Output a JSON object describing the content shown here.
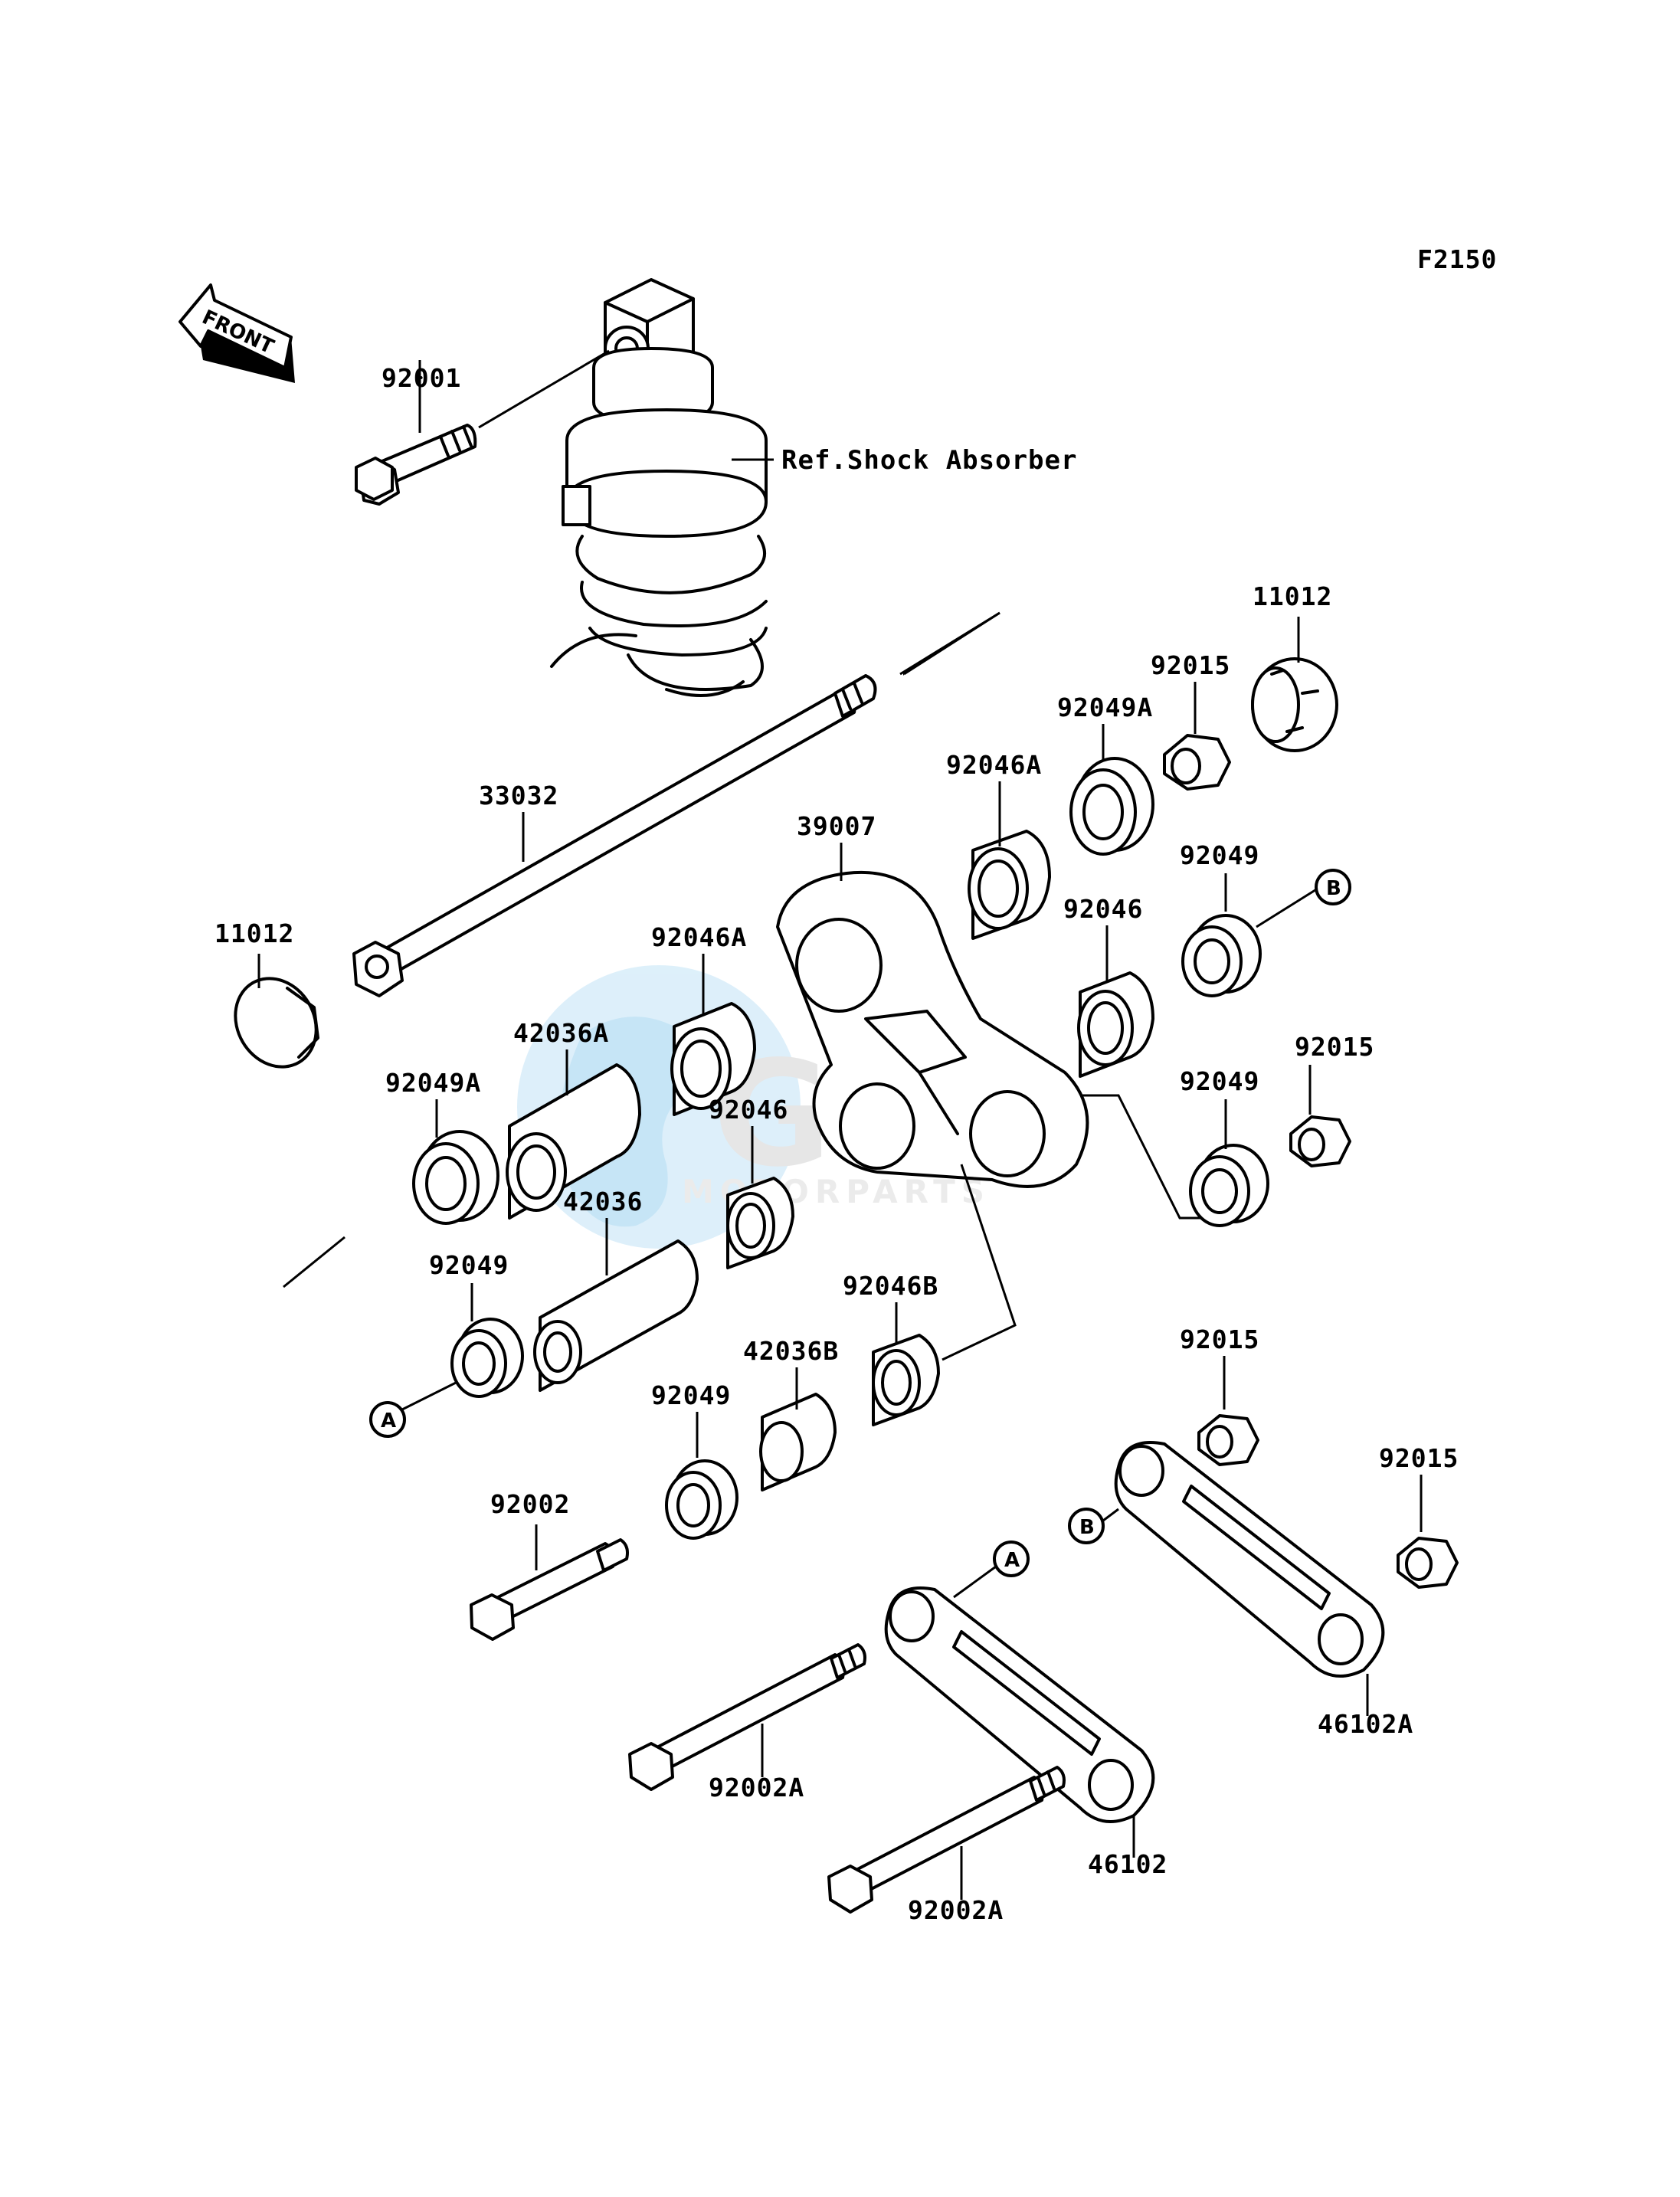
{
  "figure_code": "F2150",
  "front_label": "FRONT",
  "reference_label": "Ref.Shock Absorber",
  "watermark": {
    "brand": "Gem",
    "sub": "MOTORPARTS"
  },
  "parts": {
    "p92001": "92001",
    "p11012_top": "11012",
    "p92015_a": "92015",
    "p92049A_top": "92049A",
    "p92046A_top": "92046A",
    "p33032": "33032",
    "p39007": "39007",
    "p92049_b": "92049",
    "p92046_r": "92046",
    "p11012_left": "11012",
    "p92046A_mid": "92046A",
    "p42036A": "42036A",
    "p92049A_left": "92049A",
    "p92046_mid": "92046",
    "p92015_b": "92015",
    "p92049_r": "92049",
    "p42036": "42036",
    "p92049_left": "92049",
    "p92046B": "92046B",
    "p42036B": "42036B",
    "p92049_mid": "92049",
    "p92015_c": "92015",
    "p92015_d": "92015",
    "p92002": "92002",
    "p92002A_a": "92002A",
    "p92002A_b": "92002A",
    "p46102A": "46102A",
    "p46102": "46102"
  },
  "callouts": {
    "a": "A",
    "b": "B"
  }
}
